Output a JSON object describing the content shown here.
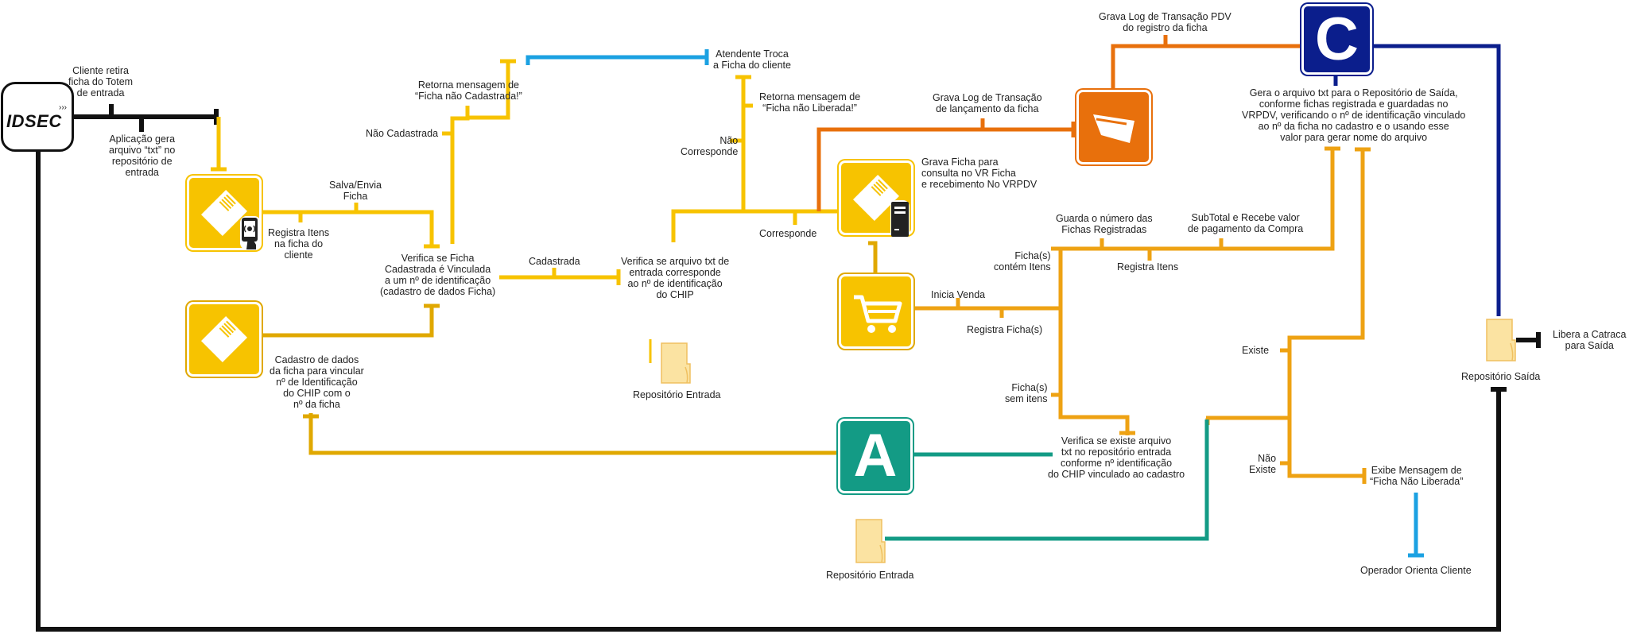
{
  "logo": {
    "text": "IDSEC"
  },
  "colors": {
    "black": "#111111",
    "yellow": "#f7c300",
    "gold": "#e0a800",
    "amber": "#eea213",
    "orange": "#e8700c",
    "blue": "#1ba1e2",
    "navy": "#0b1e8c",
    "teal": "#139b85"
  },
  "badges": {
    "a": "A",
    "c": "C"
  },
  "icons": {
    "ticket": "ticket-icon",
    "phone_nfc": "phone-nfc-icon",
    "server": "server-icon",
    "cart": "shopping-cart-icon",
    "card": "card-icon",
    "folder": "folder-icon",
    "blocked": "blocked-folder-icon"
  },
  "labels": {
    "cliente_retira": [
      "Cliente retira",
      "ficha do Totem",
      "de entrada"
    ],
    "aplicacao_gera": [
      "Aplicação gera",
      "arquivo “txt” no",
      "repositório de",
      "entrada"
    ],
    "salva_envia": [
      "Salva/Envia",
      "Ficha"
    ],
    "registra_itens_ficha": [
      "Registra Itens",
      "na ficha do",
      "cliente"
    ],
    "verifica_ficha": [
      "Verifica se Ficha",
      "Cadastrada é Vinculada",
      "a um nº de identificação",
      "(cadastro de dados Ficha)"
    ],
    "cadastro_dados": [
      "Cadastro de dados",
      "da ficha para vincular",
      "nº de Identificação",
      "do CHIP com o",
      "nº da ficha"
    ],
    "retorna_nao_cadastrada": [
      "Retorna mensagem de",
      "“Ficha não Cadastrada!”"
    ],
    "nao_cadastrada": [
      "Não Cadastrada"
    ],
    "cadastrada": [
      "Cadastrada"
    ],
    "atendente_troca": [
      "Atendente Troca",
      "a Ficha do cliente"
    ],
    "retorna_nao_liberada": [
      "Retorna mensagem de",
      "“Ficha não Liberada!”"
    ],
    "nao_corresponde": [
      "Não",
      "Corresponde"
    ],
    "verifica_txt": [
      "Verifica se arquivo txt de",
      "entrada corresponde",
      "ao nº de identificação",
      "do CHIP"
    ],
    "repositorio_entrada_1": [
      "Repositório Entrada"
    ],
    "corresponde": [
      "Corresponde"
    ],
    "grava_ficha_consulta": [
      "Grava Ficha para",
      "consulta no VR Ficha",
      "e recebimento No VRPDV"
    ],
    "grava_log_lancamento": [
      "Grava Log de Transação",
      "de lançamento da ficha"
    ],
    "grava_log_pdv": [
      "Grava Log de Transação PDV",
      "do registro da ficha"
    ],
    "gera_arquivo": [
      "Gera o arquivo txt para o Repositório de Saída,",
      "conforme fichas registrada e guardadas no",
      "VRPDV, verificando o nº de identificação vinculado",
      "ao nº da ficha no cadastro e o usando esse",
      "valor para gerar nome do arquivo"
    ],
    "guarda_numero": [
      "Guarda o número das",
      "Fichas Registradas"
    ],
    "subtotal": [
      "SubTotal e Recebe valor",
      "de pagamento da Compra"
    ],
    "fichas_contem": [
      "Ficha(s)",
      "contém Itens"
    ],
    "registra_itens": [
      "Registra Itens"
    ],
    "inicia_venda": [
      "Inicia Venda"
    ],
    "registra_fichas": [
      "Registra Ficha(s)"
    ],
    "fichas_sem": [
      "Ficha(s)",
      "sem itens"
    ],
    "existe": [
      "Existe"
    ],
    "nao_existe": [
      "Não",
      "Existe"
    ],
    "verifica_existe": [
      "Verifica se existe arquivo",
      "txt no repositório entrada",
      "conforme nº identificação",
      "do CHIP vinculado ao cadastro"
    ],
    "exibe_mensagem": [
      "Exibe Mensagem de",
      "“Ficha Não Liberada”"
    ],
    "operador_orienta": [
      "Operador Orienta Cliente"
    ],
    "repositorio_entrada_2": [
      "Repositório Entrada"
    ],
    "repositorio_saida": [
      "Repositório Saída"
    ],
    "libera_catraca": [
      "Libera a Catraca",
      "para Saída"
    ]
  }
}
